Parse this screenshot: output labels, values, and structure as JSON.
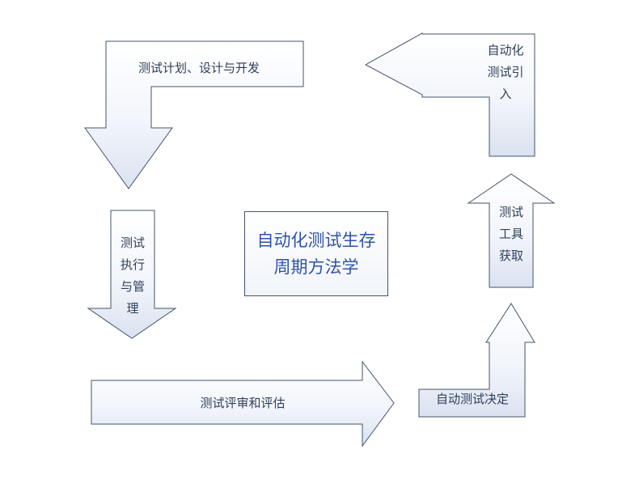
{
  "diagram": {
    "center_title_line1": "自动化测试生存",
    "center_title_line2": "周期方法学",
    "steps": {
      "plan": "测试计划、设计与开发",
      "execute": [
        "测试",
        "执行",
        "与管",
        "理"
      ],
      "review": "测试评审和评估",
      "decide": "自动测试决定",
      "tools": [
        "测试",
        "工具",
        "获取"
      ],
      "introduce": [
        "自动化",
        "测试引",
        "入"
      ]
    },
    "colors": {
      "outline": "#44546a",
      "fill_light": "#ffffff",
      "fill_dark": "#dbe2f0",
      "center_text": "#2e54a8",
      "text": "#2f3f5a"
    }
  }
}
